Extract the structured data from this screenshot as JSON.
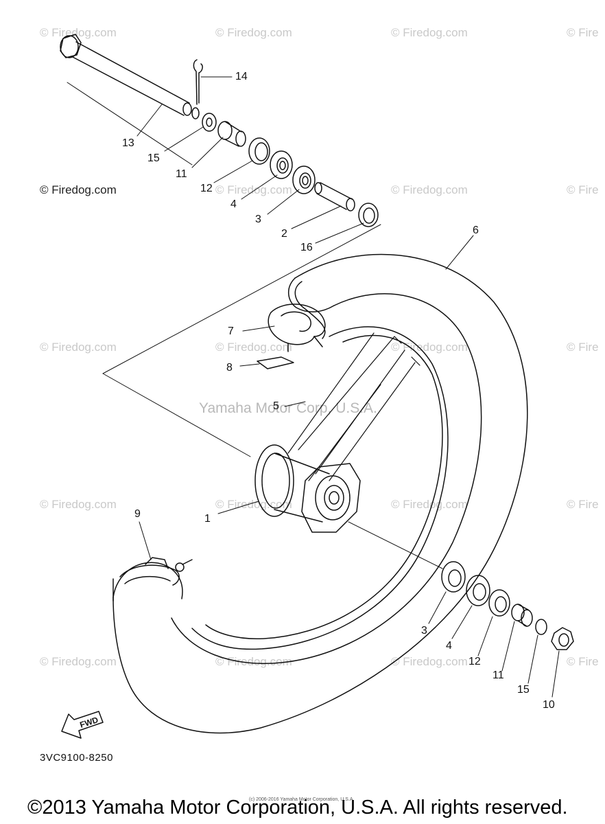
{
  "diagram": {
    "watermark_text": "© Firedog.com",
    "watermark_partial": "© Fire",
    "center_watermark": "Yamaha Motor Corp, U.S.A.",
    "part_code": "3VC9100-8250",
    "tiny_credit": "(c) 2006-2016 Yamaha Motor Corporation, U.S.A.",
    "footer": "©2013 Yamaha Motor Corporation, U.S.A. All rights reserved.",
    "fwd_label": "FWD",
    "callouts": {
      "n1": "1",
      "n2": "2",
      "n3a": "3",
      "n3b": "3",
      "n4a": "4",
      "n4b": "4",
      "n5": "5",
      "n6": "6",
      "n7": "7",
      "n8": "8",
      "n9": "9",
      "n10": "10",
      "n11a": "11",
      "n11b": "11",
      "n12a": "12",
      "n12b": "12",
      "n13": "13",
      "n14": "14",
      "n15a": "15",
      "n15b": "15",
      "n16": "16"
    }
  }
}
